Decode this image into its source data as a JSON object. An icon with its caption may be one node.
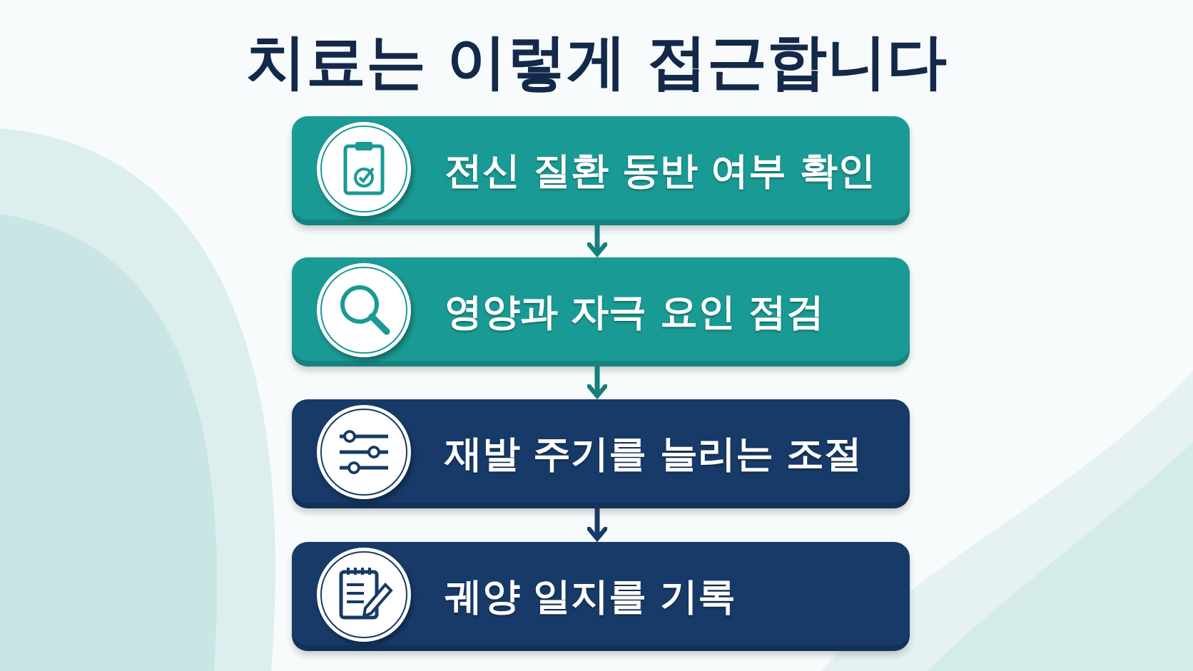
{
  "diagram": {
    "title": "치료는 이렇게 접근합니다",
    "nodes": [
      {
        "text": [
          "전신 질환 동반 여부 확인"
        ]
      },
      {
        "text": [
          "영양과 자극 요인 점검"
        ]
      },
      {
        "text": [
          "재발 주기를 늘리는 조절"
        ]
      },
      {
        "text": [
          "궤양 일지를 기록"
        ]
      }
    ],
    "edges": [
      {
        "from": 0,
        "to": 1,
        "arrow": "to"
      },
      {
        "from": 1,
        "to": 2,
        "arrow": "to"
      },
      {
        "from": 2,
        "to": 3,
        "arrow": "to",
        "color": "#173a68"
      }
    ]
  }
}
